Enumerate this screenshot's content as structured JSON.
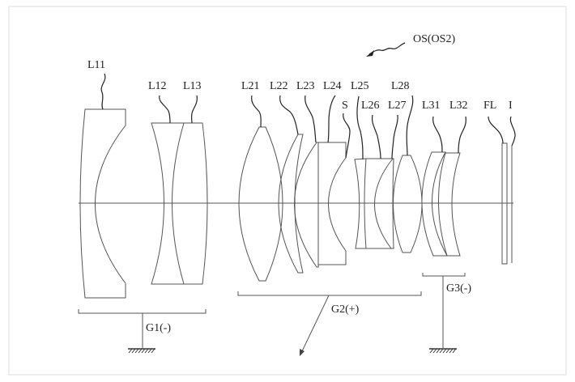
{
  "figure": {
    "system_label": "OS(OS2)",
    "lenses": {
      "L11": "L11",
      "L12": "L12",
      "L13": "L13",
      "L21": "L21",
      "L22": "L22",
      "L23": "L23",
      "L24": "L24",
      "L25": "L25",
      "L26": "L26",
      "L27": "L27",
      "L28": "L28",
      "L31": "L31",
      "L32": "L32"
    },
    "stop": "S",
    "filter": "FL",
    "image_plane": "I",
    "groups": {
      "G1": "G1(-)",
      "G2": "G2(+)",
      "G3": "G3(-)"
    }
  }
}
